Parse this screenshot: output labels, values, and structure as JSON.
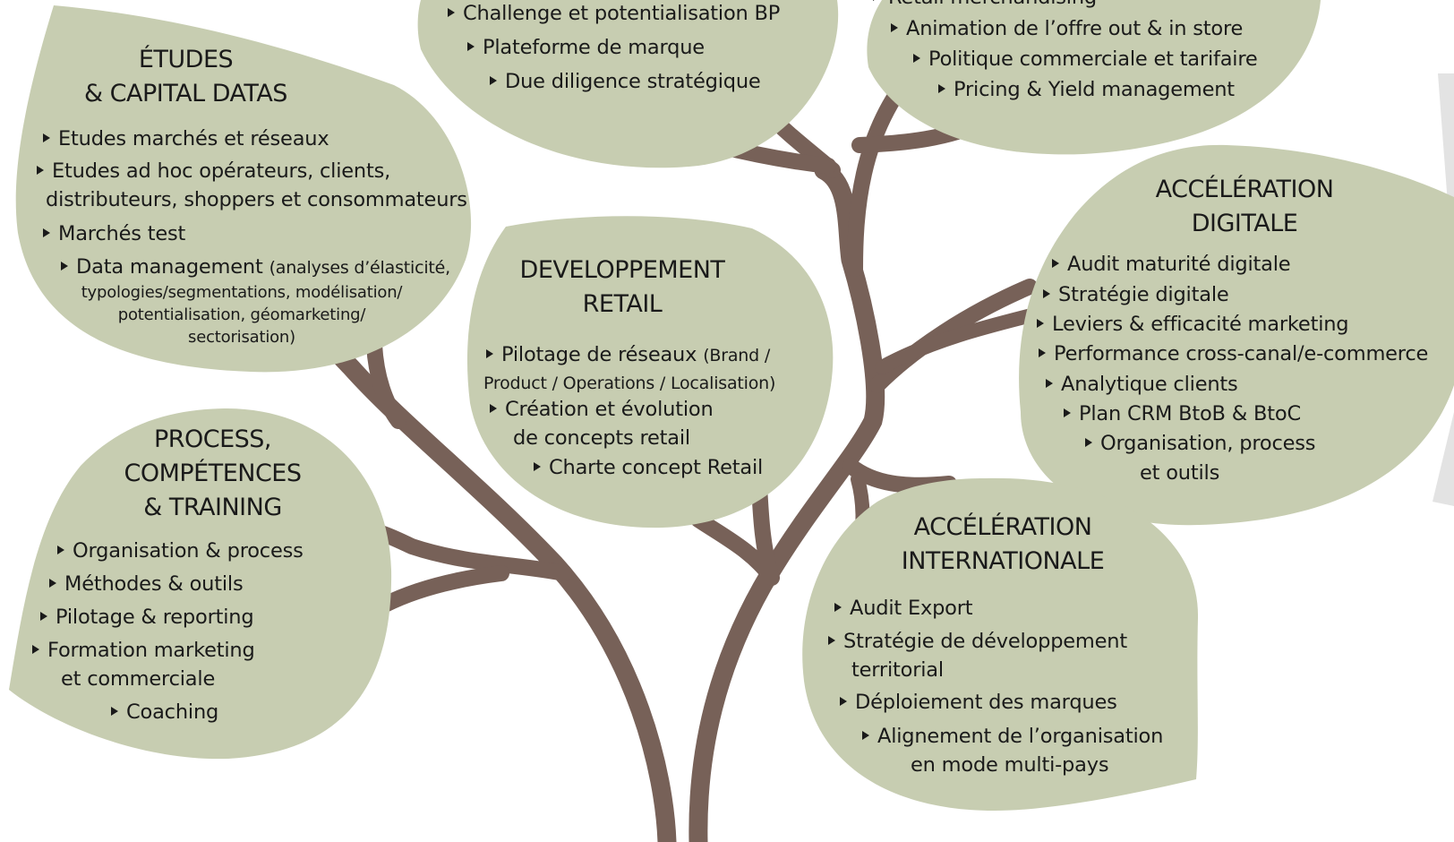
{
  "colors": {
    "leaf_fill": "#c7cdb1",
    "branch": "#776158",
    "text": "#1a1a1a",
    "background": "#ffffff",
    "decor_letter": "#e3e3e3"
  },
  "leaves": {
    "top_center": {
      "items": [
        "Challenge et potentialisation BP",
        "Plateforme de marque",
        "Due diligence stratégique"
      ]
    },
    "top_right": {
      "items": [
        "Retail merchandising",
        "Animation de l’offre out & in store",
        "Politique commerciale et tarifaire",
        "Pricing & Yield management"
      ]
    },
    "etudes": {
      "title_line1": "ÉTUDES",
      "title_line2": "& CAPITAL DATAS",
      "item1": "Etudes marchés et réseaux",
      "item2": "Etudes ad hoc opérateurs, clients,",
      "item2_cont": "distributeurs, shoppers et consommateurs",
      "item3": "Marchés test",
      "item4": "Data management",
      "item4_detail1": "(analyses d’élasticité,",
      "item4_detail2": "typologies/segmentations, modélisation/",
      "item4_detail3": "potentialisation, géomarketing/",
      "item4_detail4": "sectorisation)"
    },
    "retail": {
      "title_line1": "DEVELOPPEMENT",
      "title_line2": "RETAIL",
      "item1": "Pilotage de réseaux",
      "item1_detail1": "(Brand /",
      "item1_detail2": "Product / Operations / Localisation)",
      "item2": "Création et évolution",
      "item2_cont": "de concepts retail",
      "item3": "Charte concept Retail"
    },
    "process": {
      "title_line1": "PROCESS,",
      "title_line2": "COMPÉTENCES",
      "title_line3": "& TRAINING",
      "item1": "Organisation & process",
      "item2": "Méthodes & outils",
      "item3": "Pilotage & reporting",
      "item4": "Formation marketing",
      "item4_cont": "et commerciale",
      "item5": "Coaching"
    },
    "digitale": {
      "title_line1": "ACCÉLÉRATION",
      "title_line2": "DIGITALE",
      "item1": "Audit maturité digitale",
      "item2": "Stratégie digitale",
      "item3": "Leviers & efficacité marketing",
      "item4": "Performance cross-canal/e-commerce",
      "item5": "Analytique clients",
      "item6": "Plan CRM BtoB & BtoC",
      "item7": "Organisation, process",
      "item7_cont": "et outils"
    },
    "international": {
      "title_line1": "ACCÉLÉRATION",
      "title_line2": "INTERNATIONALE",
      "item1": "Audit Export",
      "item2": "Stratégie de développement",
      "item2_cont": "territorial",
      "item3": "Déploiement des marques",
      "item4": "Alignement de l’organisation",
      "item4_cont": "en mode multi-pays"
    }
  }
}
